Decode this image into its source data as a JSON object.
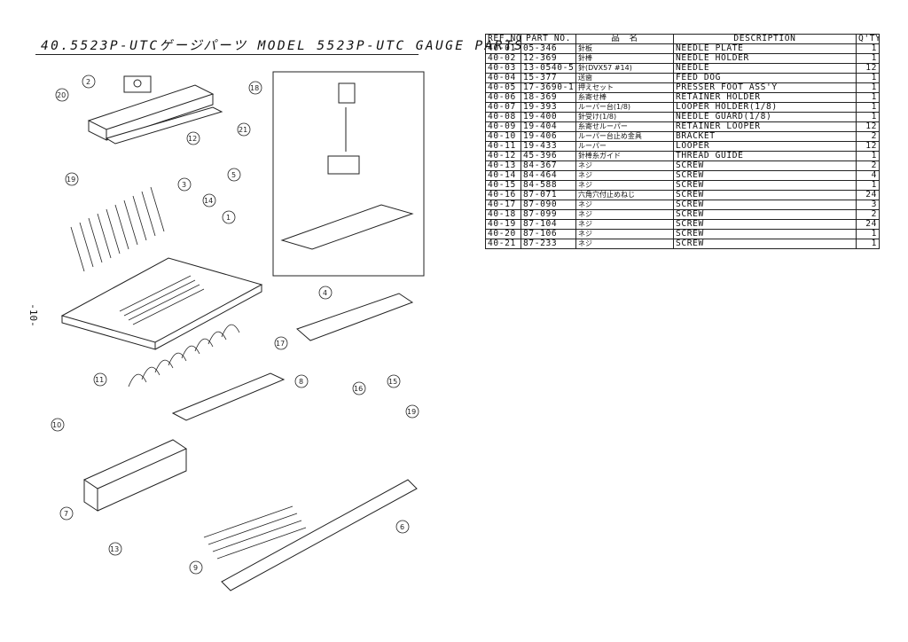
{
  "title": "40.5523P-UTCゲージパーツ MODEL 5523P-UTC GAUGE PARTS",
  "page_number": "-10-",
  "callouts": [
    "1",
    "2",
    "3",
    "4",
    "5",
    "6",
    "7",
    "8",
    "9",
    "10",
    "11",
    "12",
    "13",
    "14",
    "15",
    "16",
    "17",
    "19",
    "20",
    "21",
    "18",
    "19"
  ],
  "table": {
    "headers": {
      "ref": "REF.NO.",
      "part": "PART NO.",
      "name_jp": "品　名",
      "description": "DESCRIPTION",
      "qty": "Q'TY"
    },
    "rows": [
      {
        "ref": "40-01",
        "part": "05-346",
        "name_jp": "針板",
        "description": "NEEDLE PLATE",
        "qty": "1"
      },
      {
        "ref": "40-02",
        "part": "12-369",
        "name_jp": "針棒",
        "description": "NEEDLE HOLDER",
        "qty": "1"
      },
      {
        "ref": "40-03",
        "part": "13-0540-5",
        "name_jp": "針(DVX57 #14)",
        "description": "NEEDLE",
        "qty": "12"
      },
      {
        "ref": "40-04",
        "part": "15-377",
        "name_jp": "送歯",
        "description": "FEED DOG",
        "qty": "1"
      },
      {
        "ref": "40-05",
        "part": "17-3690-1",
        "name_jp": "押えセット",
        "description": "PRESSER FOOT ASS'Y",
        "qty": "1"
      },
      {
        "ref": "40-06",
        "part": "18-369",
        "name_jp": "糸寄せ棒",
        "description": "RETAINER HOLDER",
        "qty": "1"
      },
      {
        "ref": "40-07",
        "part": "19-393",
        "name_jp": "ルーパー台(1/8)",
        "description": "LOOPER HOLDER(1/8)",
        "qty": "1"
      },
      {
        "ref": "40-08",
        "part": "19-400",
        "name_jp": "針受け(1/8)",
        "description": "NEEDLE GUARD(1/8)",
        "qty": "1"
      },
      {
        "ref": "40-09",
        "part": "19-404",
        "name_jp": "糸寄せルーパー",
        "description": "RETAINER LOOPER",
        "qty": "12"
      },
      {
        "ref": "40-10",
        "part": "19-406",
        "name_jp": "ルーパー台止め金具",
        "description": "BRACKET",
        "qty": "2"
      },
      {
        "ref": "40-11",
        "part": "19-433",
        "name_jp": "ルーパー",
        "description": "LOOPER",
        "qty": "12"
      },
      {
        "ref": "40-12",
        "part": "45-396",
        "name_jp": "針棒糸ガイド",
        "description": "THREAD GUIDE",
        "qty": "1"
      },
      {
        "ref": "40-13",
        "part": "84-367",
        "name_jp": "ネジ",
        "description": "SCREW",
        "qty": "2"
      },
      {
        "ref": "40-14",
        "part": "84-464",
        "name_jp": "ネジ",
        "description": "SCREW",
        "qty": "4"
      },
      {
        "ref": "40-15",
        "part": "84-588",
        "name_jp": "ネジ",
        "description": "SCREW",
        "qty": "1"
      },
      {
        "ref": "40-16",
        "part": "87-071",
        "name_jp": "六角穴付止めねじ",
        "description": "SCREW",
        "qty": "24"
      },
      {
        "ref": "40-17",
        "part": "87-090",
        "name_jp": "ネジ",
        "description": "SCREW",
        "qty": "3"
      },
      {
        "ref": "40-18",
        "part": "87-099",
        "name_jp": "ネジ",
        "description": "SCREW",
        "qty": "2"
      },
      {
        "ref": "40-19",
        "part": "87-104",
        "name_jp": "ネジ",
        "description": "SCREW",
        "qty": "24"
      },
      {
        "ref": "40-20",
        "part": "87-106",
        "name_jp": "ネジ",
        "description": "SCREW",
        "qty": "1"
      },
      {
        "ref": "40-21",
        "part": "87-233",
        "name_jp": "ネジ",
        "description": "SCREW",
        "qty": "1"
      }
    ]
  }
}
